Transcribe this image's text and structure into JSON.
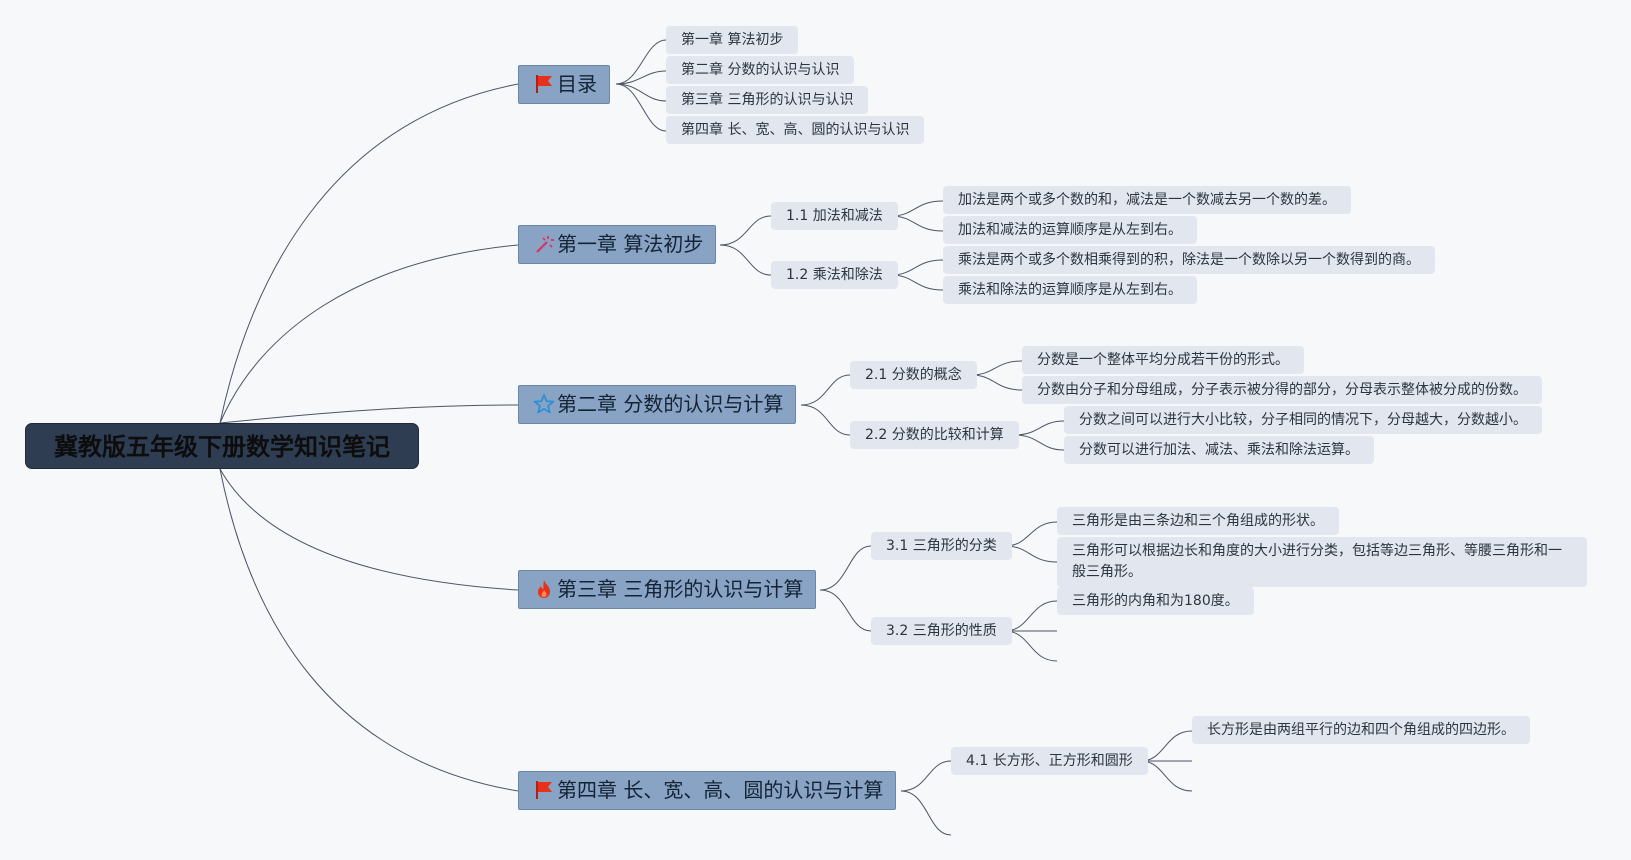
{
  "root": {
    "title": "冀教版五年级下册数学知识笔记"
  },
  "toc": {
    "title": "目录",
    "icon": "red-flag-icon",
    "items": [
      "第一章 算法初步",
      "第二章 分数的认识与认识",
      "第三章 三角形的认识与认识",
      "第四章 长、宽、高、圆的认识与认识"
    ]
  },
  "chapters": [
    {
      "title": "第一章 算法初步",
      "icon": "magic-wand-icon",
      "sections": [
        {
          "title": "1.1 加法和减法",
          "notes": [
            "加法是两个或多个数的和，减法是一个数减去另一个数的差。",
            "加法和减法的运算顺序是从左到右。"
          ]
        },
        {
          "title": "1.2 乘法和除法",
          "notes": [
            "乘法是两个或多个数相乘得到的积，除法是一个数除以另一个数得到的商。",
            "乘法和除法的运算顺序是从左到右。"
          ]
        }
      ]
    },
    {
      "title": "第二章 分数的认识与计算",
      "icon": "star-icon",
      "sections": [
        {
          "title": "2.1 分数的概念",
          "notes": [
            "分数是一个整体平均分成若干份的形式。",
            "分数由分子和分母组成，分子表示被分得的部分，分母表示整体被分成的份数。"
          ]
        },
        {
          "title": "2.2 分数的比较和计算",
          "notes": [
            "分数之间可以进行大小比较，分子相同的情况下，分母越大，分数越小。",
            "分数可以进行加法、减法、乘法和除法运算。"
          ]
        }
      ]
    },
    {
      "title": "第三章 三角形的认识与计算",
      "icon": "fire-icon",
      "sections": [
        {
          "title": "3.1 三角形的分类",
          "notes": [
            "三角形是由三条边和三个角组成的形状。",
            "三角形可以根据边长和角度的大小进行分类，包括等边三角形、等腰三角形和一般三角形。"
          ]
        },
        {
          "title": "3.2 三角形的性质",
          "notes": [
            "三角形的内角和为180度。"
          ]
        }
      ]
    },
    {
      "title": "第四章 长、宽、高、圆的认识与计算",
      "icon": "red-flag-icon",
      "sections": [
        {
          "title": "4.1 长方形、正方形和圆形",
          "notes": [
            "长方形是由两组平行的边和四个角组成的四边形。"
          ]
        }
      ]
    }
  ],
  "colors": {
    "root_fill": "#2e3d52",
    "branch_fill": "#89a3c4",
    "node_fill": "#e2e7ef",
    "line": "#4a5565",
    "flag": "#e8311a",
    "wand": "#d8336a",
    "star": "#2d8fd5",
    "fire": "#e8311a"
  }
}
